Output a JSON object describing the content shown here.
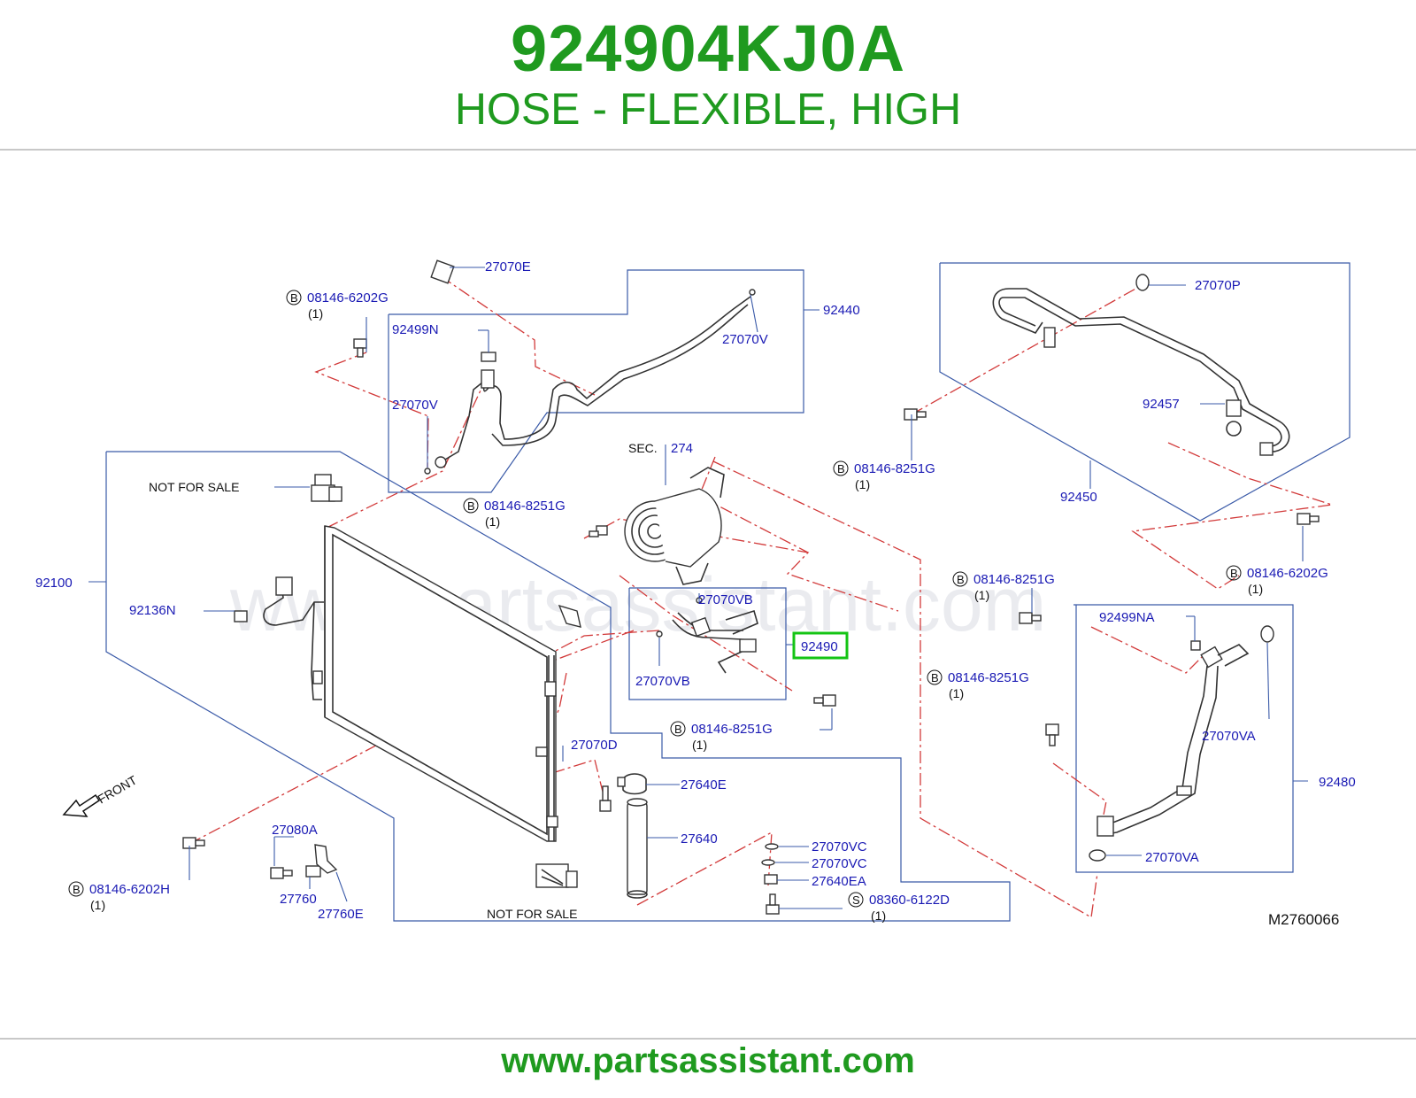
{
  "header": {
    "part_number": "924904KJ0A",
    "description": "HOSE - FLEXIBLE, HIGH"
  },
  "diagram": {
    "watermark": "www.partsassistant.com",
    "figure_id": "M2760066",
    "front_label": "FRONT",
    "not_for_sale_top": "NOT   FOR   SALE",
    "not_for_sale_bottom": "NOT   FOR   SALE",
    "sec_prefix": "SEC.",
    "sec_number": "274",
    "highlighted_part": "92490",
    "bolt_markers": {
      "b": "B",
      "s": "S"
    },
    "labels": {
      "p27070E": "27070E",
      "p08146_6202G_a": "08146-6202G",
      "q1_a": "(1)",
      "p92499N": "92499N",
      "p92440": "92440",
      "p27070V_r": "27070V",
      "p27070V_l": "27070V",
      "p08146_8251G_a": "08146-8251G",
      "q1_b": "(1)",
      "p92100": "92100",
      "p92136N": "92136N",
      "p27070VB_t": "27070VB",
      "p27070VB_b": "27070VB",
      "p08146_8251G_b": "08146-8251G",
      "q1_c": "(1)",
      "p27070D": "27070D",
      "p27640E": "27640E",
      "p27640": "27640",
      "p27070VC_1": "27070VC",
      "p27070VC_2": "27070VC",
      "p27640EA": "27640EA",
      "p08360_6122D": "08360-6122D",
      "q1_d": "(1)",
      "p27080A": "27080A",
      "p27760": "27760",
      "p27760E": "27760E",
      "p08146_6202H": "08146-6202H",
      "q1_e": "(1)",
      "p27070P": "27070P",
      "p92457": "92457",
      "p08146_8251G_c": "08146-8251G",
      "q1_f": "(1)",
      "p92450": "92450",
      "p08146_6202G_b": "08146-6202G",
      "q1_g": "(1)",
      "p08146_8251G_d": "08146-8251G",
      "q1_h": "(1)",
      "p08146_8251G_e": "08146-8251G",
      "q1_i": "(1)",
      "p92499NA": "92499NA",
      "p27070VA_t": "27070VA",
      "p92480": "92480",
      "p27070VA_b": "27070VA"
    }
  },
  "footer": {
    "url": "www.partsassistant.com"
  }
}
